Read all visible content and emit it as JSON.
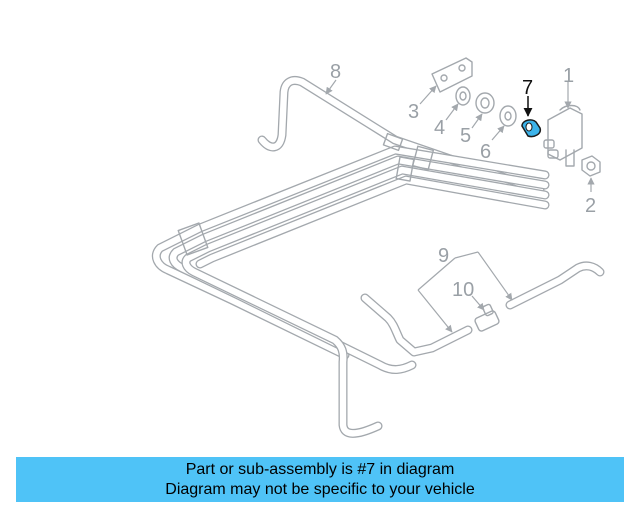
{
  "diagram": {
    "callouts": [
      "1",
      "2",
      "3",
      "4",
      "5",
      "6",
      "7",
      "8",
      "9",
      "10"
    ],
    "highlighted_part": "7",
    "colors": {
      "highlight": "#3bb3ea",
      "line": "#a3a8ad",
      "banner": "#4fc3f7"
    }
  },
  "banner": {
    "line1": "Part or sub-assembly is #7 in diagram",
    "line2": "Diagram may not be specific to your vehicle"
  }
}
